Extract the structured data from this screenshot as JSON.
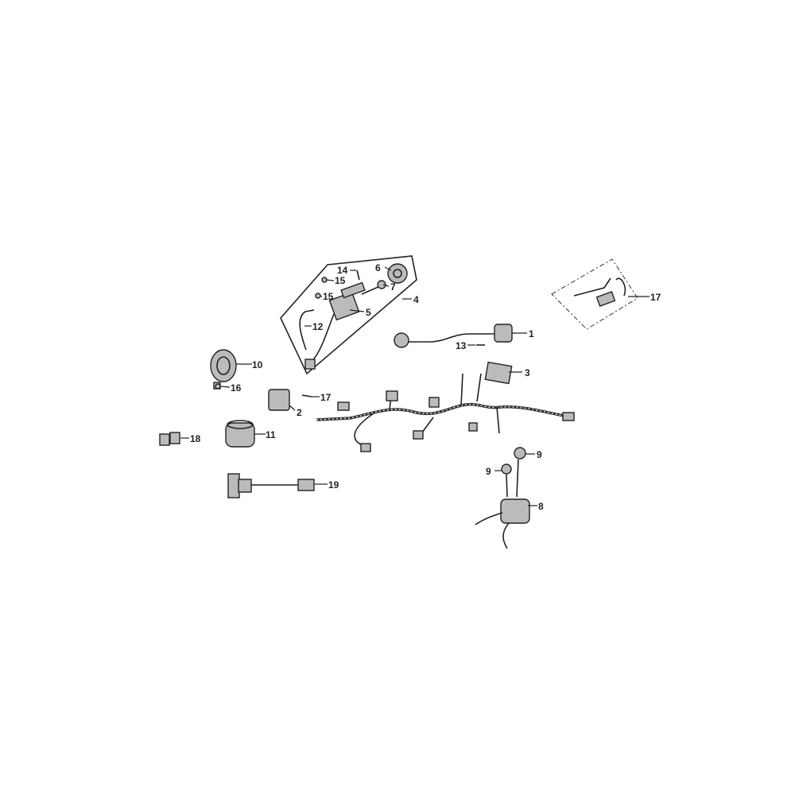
{
  "diagram": {
    "callouts": [
      {
        "id": "1",
        "text": "1"
      },
      {
        "id": "2",
        "text": "2"
      },
      {
        "id": "3",
        "text": "3"
      },
      {
        "id": "4",
        "text": "4"
      },
      {
        "id": "5",
        "text": "5"
      },
      {
        "id": "6",
        "text": "6"
      },
      {
        "id": "7",
        "text": "7"
      },
      {
        "id": "8",
        "text": "8"
      },
      {
        "id": "9a",
        "text": "9"
      },
      {
        "id": "9b",
        "text": "9"
      },
      {
        "id": "10",
        "text": "10"
      },
      {
        "id": "11",
        "text": "11"
      },
      {
        "id": "12",
        "text": "12"
      },
      {
        "id": "13",
        "text": "13"
      },
      {
        "id": "14",
        "text": "14"
      },
      {
        "id": "15a",
        "text": "15"
      },
      {
        "id": "15b",
        "text": "15"
      },
      {
        "id": "16",
        "text": "16"
      },
      {
        "id": "17a",
        "text": "17"
      },
      {
        "id": "17b",
        "text": "17"
      },
      {
        "id": "18",
        "text": "18"
      },
      {
        "id": "19",
        "text": "19"
      }
    ]
  }
}
